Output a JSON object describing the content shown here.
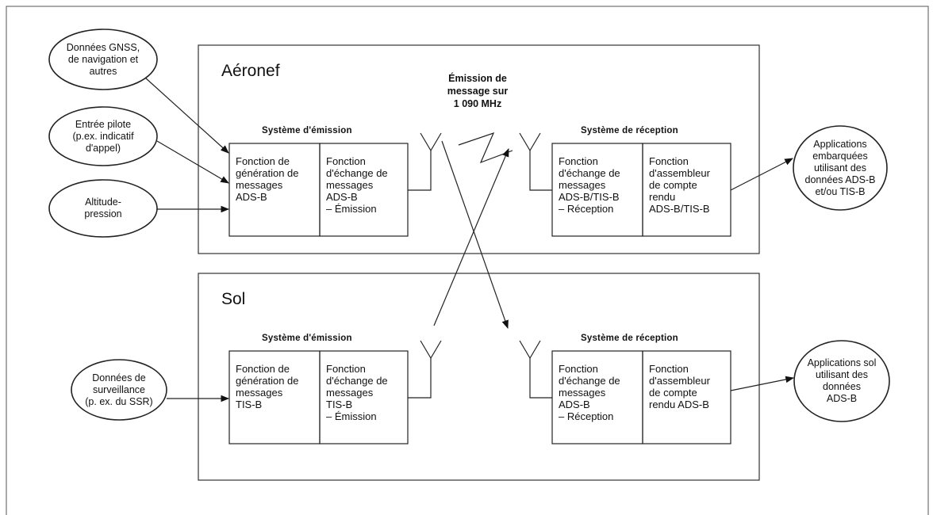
{
  "aircraft": {
    "title": "Aéronef",
    "tx_system_title": "Système d'émission",
    "rx_system_title": "Système de réception",
    "gen_function": "Fonction de\ngénération de\nmessages\nADS-B",
    "tx_exchange_function": "Fonction\nd'échange de\nmessages\nADS-B\n– Émission",
    "rx_exchange_function": "Fonction\nd'échange de\nmessages\nADS-B/TIS-B\n– Réception",
    "assembler_function": "Fonction\nd'assembleur\nde compte\nrendu\nADS-B/TIS-B"
  },
  "ground": {
    "title": "Sol",
    "tx_system_title": "Système d'émission",
    "rx_system_title": "Système de réception",
    "gen_function": "Fonction de\ngénération de\nmessages\nTIS-B",
    "tx_exchange_function": "Fonction\nd'échange de\nmessages\nTIS-B\n– Émission",
    "rx_exchange_function": "Fonction\nd'échange de\nmessages\nADS-B\n– Réception",
    "assembler_function": "Fonction\nd'assembleur\nde compte\nrendu ADS-B"
  },
  "emission_label": "Émission de\nmessage sur\n1 090 MHz",
  "inputs": {
    "gnss": "Données GNSS,\nde navigation et\nautres",
    "pilot": "Entrée pilote\n(p.ex. indicatif\nd'appel)",
    "altitude": "Altitude-\npression",
    "surveillance": "Données de\nsurveillance\n(p. ex. du SSR)"
  },
  "outputs": {
    "onboard_apps": "Applications\nembarquées\nutilisant des\ndonnées ADS-B\net/ou TIS-B",
    "ground_apps": "Applications sol\nutilisant des\ndonnées\nADS-B"
  }
}
